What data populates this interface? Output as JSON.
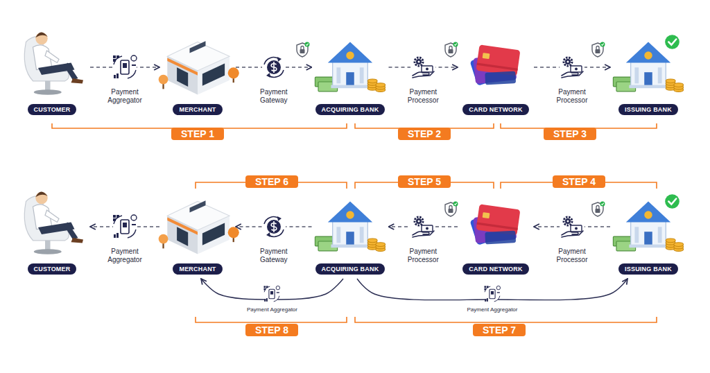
{
  "diagram": {
    "nodes": [
      {
        "text": [
          "CUSTOMER"
        ]
      },
      {
        "text": [
          "MERCHANT"
        ]
      },
      {
        "text": [
          "ACQUIRING BANK"
        ]
      },
      {
        "text": [
          "CARD NETWORK"
        ]
      },
      {
        "text": [
          "ISSUING BANK"
        ]
      },
      {
        "text": [
          "CUSTOMER"
        ]
      },
      {
        "text": [
          "MERCHANT"
        ]
      },
      {
        "text": [
          "ACQUIRING BANK"
        ]
      },
      {
        "text": [
          "CARD NETWORK"
        ]
      },
      {
        "text": [
          "ISSUING BANK"
        ]
      }
    ],
    "edges": [
      {
        "from": 0,
        "to": 1,
        "label": "Payment Aggregator",
        "arrow": "to"
      },
      {
        "from": 1,
        "to": 2,
        "label": "Payment Gateway",
        "arrow": "to"
      },
      {
        "from": 2,
        "to": 3,
        "label": "Payment Processor",
        "arrow": "to"
      },
      {
        "from": 3,
        "to": 4,
        "label": "Payment Processor",
        "arrow": "to"
      },
      {
        "from": 6,
        "to": 5,
        "label": "Payment Aggregator",
        "arrow": "to"
      },
      {
        "from": 7,
        "to": 6,
        "label": "Payment Gateway",
        "arrow": "to"
      },
      {
        "from": 8,
        "to": 7,
        "label": "Payment Processor",
        "arrow": "to"
      },
      {
        "from": 9,
        "to": 8,
        "label": "Payment Processor",
        "arrow": "to"
      },
      {
        "from": 7,
        "to": 6,
        "label": "Payment Aggregator",
        "arrow": "to"
      },
      {
        "from": 7,
        "to": 9,
        "label": "Payment Aggregator",
        "arrow": "to"
      }
    ],
    "labels": [
      "STEP 1",
      "STEP 2",
      "STEP 3",
      "STEP 6",
      "STEP 5",
      "STEP 4",
      "STEP 8",
      "STEP 7"
    ]
  }
}
